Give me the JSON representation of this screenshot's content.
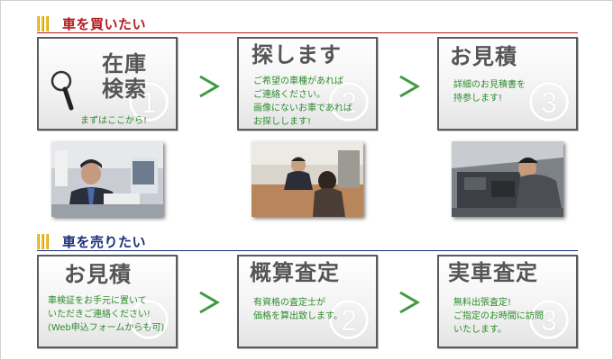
{
  "buy": {
    "title": "車を買いたい",
    "steps": [
      {
        "title_line1": "在庫",
        "title_line2": "検索",
        "desc": "まずはここから!",
        "number": "1"
      },
      {
        "title": "探します",
        "desc_lines": [
          "ご希望の車種があれば",
          "ご連絡ください。",
          "画像にないお車であれば",
          "お探しします!"
        ],
        "number": "2"
      },
      {
        "title": "お見積",
        "desc_lines": [
          "詳細のお見積書を",
          "持参します!"
        ],
        "number": "3"
      }
    ]
  },
  "sell": {
    "title": "車を売りたい",
    "steps": [
      {
        "title": "お見積",
        "desc_lines": [
          "車検証をお手元に置いて",
          "いただきご連絡ください!",
          "(Web申込フォームからも可)"
        ],
        "number": "1"
      },
      {
        "title": "概算査定",
        "desc_lines": [
          "有資格の査定士が",
          "価格を算出致します。"
        ],
        "number": "2"
      },
      {
        "title": "実車査定",
        "desc_lines": [
          "無料出張査定!",
          "ご指定のお時間に訪問",
          "いたします。"
        ],
        "number": "3"
      }
    ]
  },
  "colors": {
    "buy_accent": "#b21a1a",
    "sell_accent": "#1b2f7c",
    "desc_green": "#2e8b2e",
    "arrow_green": "#3f9b3f",
    "header_bar": "#f1c232"
  },
  "icons": {
    "search": "magnifier-icon",
    "arrow": "chevron-right-icon"
  }
}
